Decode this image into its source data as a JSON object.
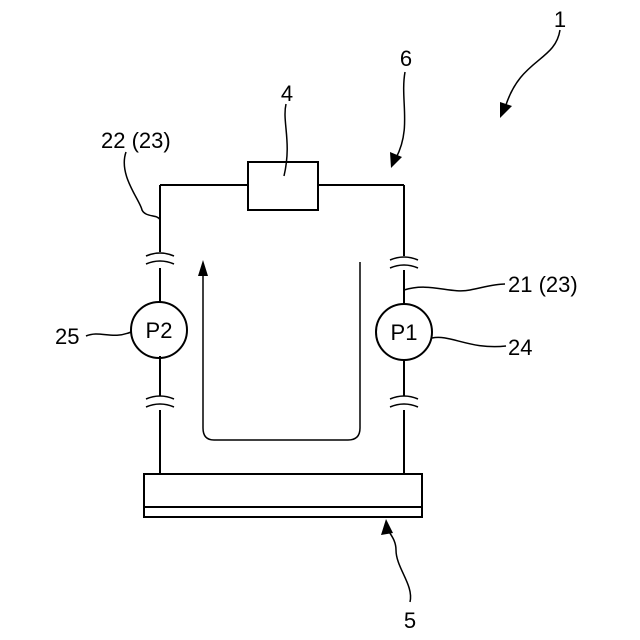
{
  "labels": {
    "system": "1",
    "loop": "6",
    "block": "4",
    "left_pipe": "22 (23)",
    "right_pipe": "21 (23)",
    "left_pump_ref": "25",
    "right_pump_ref": "24",
    "base": "5"
  },
  "pumps": {
    "left": "P2",
    "right": "P1"
  }
}
